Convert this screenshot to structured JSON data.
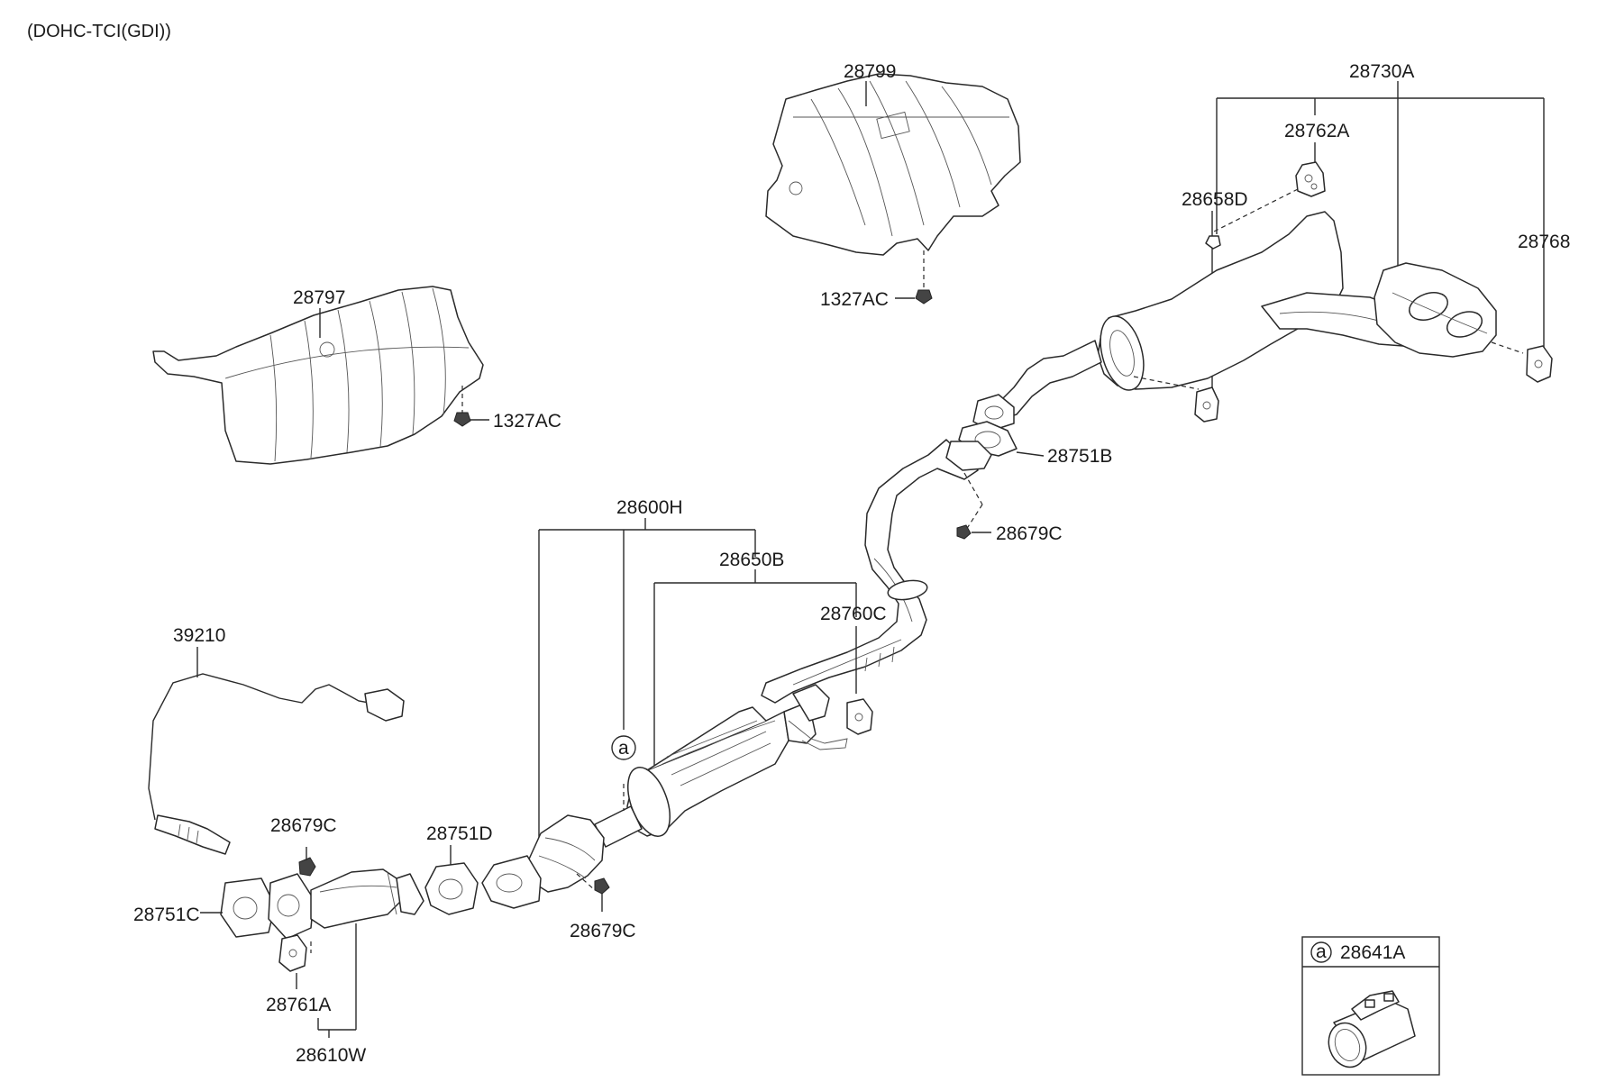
{
  "header": {
    "engine_variant": "(DOHC-TCI(GDI))"
  },
  "callouts": {
    "p28799": "28799",
    "p28730A": "28730A",
    "p28762A": "28762A",
    "p28658D": "28658D",
    "p28768": "28768",
    "p1327AC_top": "1327AC",
    "p28797": "28797",
    "p1327AC_left": "1327AC",
    "p28751B": "28751B",
    "p28679C_mid": "28679C",
    "p28600H": "28600H",
    "p28650B": "28650B",
    "p28760C": "28760C",
    "p39210": "39210",
    "p28679C_left": "28679C",
    "p28751D": "28751D",
    "p28751C": "28751C",
    "p28679C_bottom": "28679C",
    "p28761A": "28761A",
    "p28610W": "28610W",
    "marker_a": "a"
  },
  "legend": {
    "marker": "a",
    "part_number": "28641A"
  }
}
